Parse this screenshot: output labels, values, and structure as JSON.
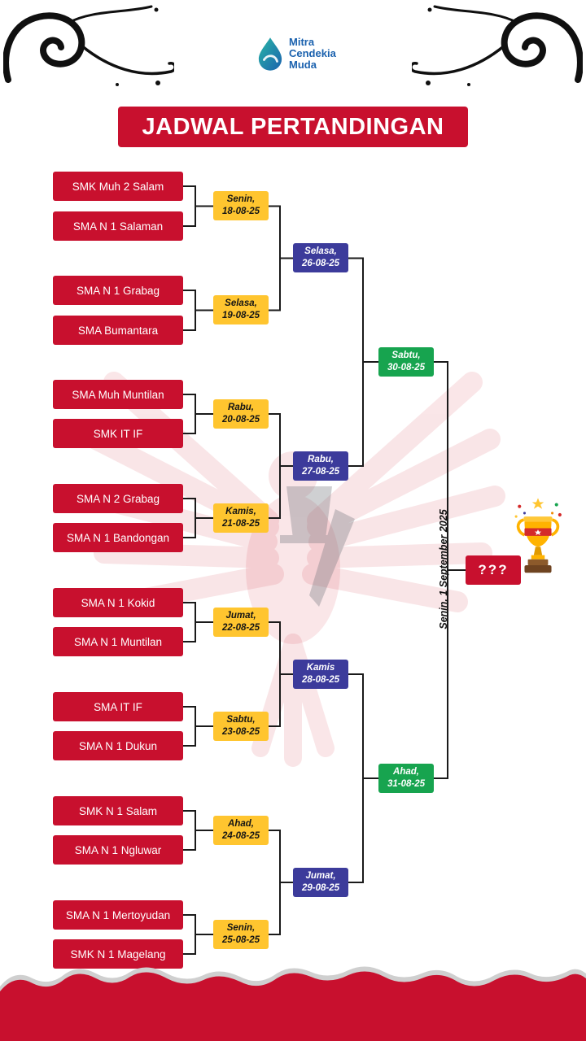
{
  "logo": {
    "line1": "Mitra",
    "line2": "Cendekia",
    "line3": "Muda"
  },
  "title": "JADWAL PERTANDINGAN",
  "teams": [
    "SMK Muh 2 Salam",
    "SMA N 1 Salaman",
    "SMA N 1 Grabag",
    "SMA Bumantara",
    "SMA Muh Muntilan",
    "SMK IT IF",
    "SMA N 2 Grabag",
    "SMA N 1 Bandongan",
    "SMA N 1 Kokid",
    "SMA N 1 Muntilan",
    "SMA IT IF",
    "SMA N 1 Dukun",
    "SMK N 1 Salam",
    "SMA N 1 Ngluwar",
    "SMA N 1 Mertoyudan",
    "SMK N 1 Magelang"
  ],
  "round1": [
    {
      "day": "Senin,",
      "date": "18-08-25"
    },
    {
      "day": "Selasa,",
      "date": "19-08-25"
    },
    {
      "day": "Rabu,",
      "date": "20-08-25"
    },
    {
      "day": "Kamis,",
      "date": "21-08-25"
    },
    {
      "day": "Jumat,",
      "date": "22-08-25"
    },
    {
      "day": "Sabtu,",
      "date": "23-08-25"
    },
    {
      "day": "Ahad,",
      "date": "24-08-25"
    },
    {
      "day": "Senin,",
      "date": "25-08-25"
    }
  ],
  "round2": [
    {
      "day": "Selasa,",
      "date": "26-08-25"
    },
    {
      "day": "Rabu,",
      "date": "27-08-25"
    },
    {
      "day": "Kamis",
      "date": "28-08-25"
    },
    {
      "day": "Jumat,",
      "date": "29-08-25"
    }
  ],
  "round3": [
    {
      "day": "Sabtu,",
      "date": "30-08-25"
    },
    {
      "day": "Ahad,",
      "date": "31-08-25"
    }
  ],
  "final": {
    "label": "???",
    "date_vertical": "Senin, 1 September 2025"
  },
  "colors": {
    "red": "#C8102E",
    "yellow": "#FFC52F",
    "blue": "#3C3B9B",
    "green": "#17A44F"
  }
}
